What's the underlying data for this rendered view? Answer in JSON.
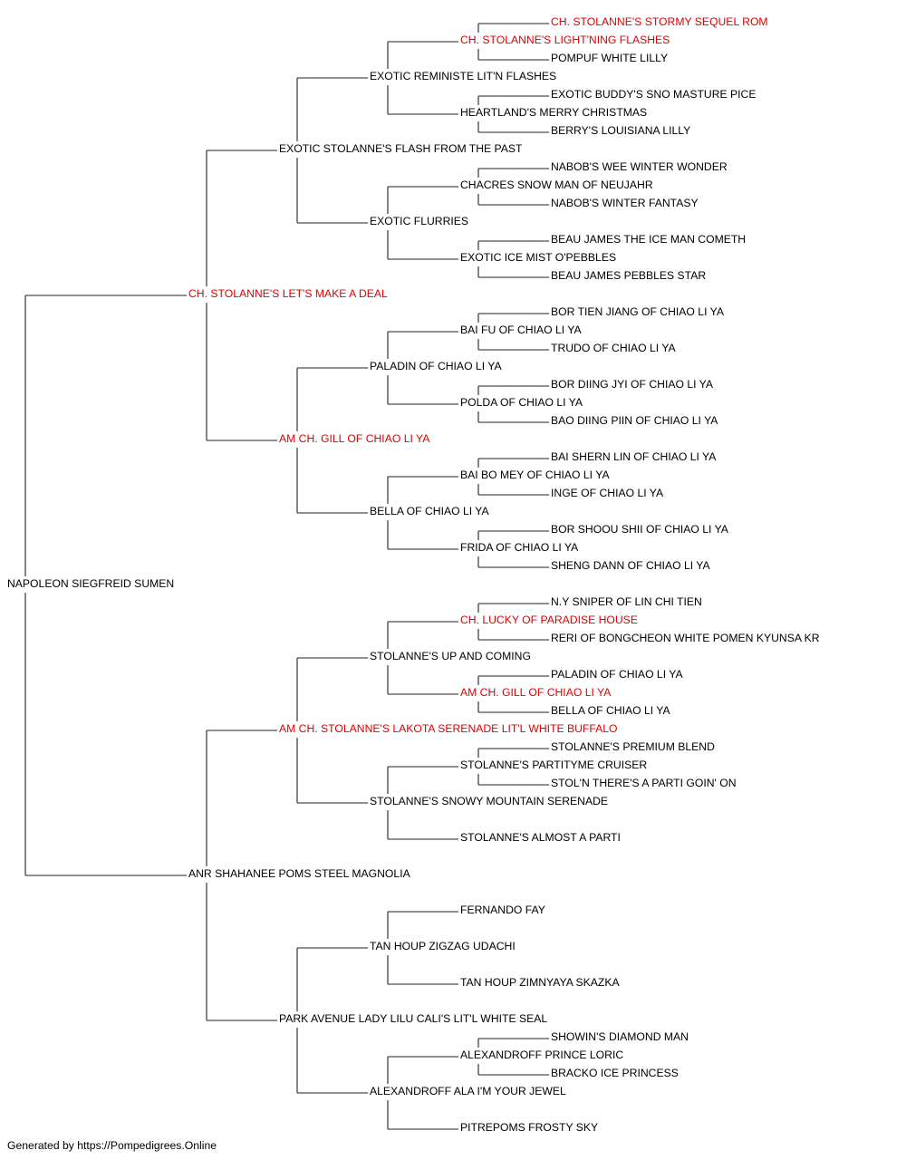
{
  "pedigree": {
    "subject": {
      "name": "NAPOLEON SIEGFREID SUMEN",
      "champion": false
    },
    "sire": {
      "name": "CH. STOLANNE'S LET'S MAKE A DEAL",
      "champion": true
    },
    "dam": {
      "name": "ANR SHAHANEE POMS STEEL MAGNOLIA",
      "champion": false
    },
    "sire_sire": {
      "name": "EXOTIC STOLANNE'S FLASH FROM THE PAST",
      "champion": false
    },
    "sire_dam": {
      "name": "AM CH. GILL OF CHIAO LI YA",
      "champion": true
    },
    "dam_sire": {
      "name": "AM CH. STOLANNE'S LAKOTA SERENADE LIT'L WHITE BUFFALO",
      "champion": true
    },
    "dam_dam": {
      "name": "PARK AVENUE LADY LILU CALI'S LIT'L WHITE SEAL",
      "champion": false
    },
    "gen3": [
      {
        "name": "EXOTIC REMINISTE LIT'N FLASHES",
        "champion": false
      },
      {
        "name": "EXOTIC FLURRIES",
        "champion": false
      },
      {
        "name": "PALADIN OF CHIAO LI YA",
        "champion": false
      },
      {
        "name": "BELLA OF CHIAO LI YA",
        "champion": false
      },
      {
        "name": "STOLANNE'S UP AND COMING",
        "champion": false
      },
      {
        "name": "STOLANNE'S SNOWY MOUNTAIN SERENADE",
        "champion": false
      },
      {
        "name": "TAN HOUP ZIGZAG UDACHI",
        "champion": false
      },
      {
        "name": "ALEXANDROFF ALA I'M YOUR JEWEL",
        "champion": false
      }
    ],
    "gen4": [
      {
        "name": "CH. STOLANNE'S LIGHT'NING FLASHES",
        "champion": true
      },
      {
        "name": "HEARTLAND'S MERRY CHRISTMAS",
        "champion": false
      },
      {
        "name": "CHACRES SNOW MAN OF NEUJAHR",
        "champion": false
      },
      {
        "name": "EXOTIC ICE MIST O'PEBBLES",
        "champion": false
      },
      {
        "name": "BAI FU OF CHIAO LI YA",
        "champion": false
      },
      {
        "name": "POLDA OF CHIAO LI YA",
        "champion": false
      },
      {
        "name": "BAI BO MEY OF CHIAO LI YA",
        "champion": false
      },
      {
        "name": "FRIDA OF CHIAO LI YA",
        "champion": false
      },
      {
        "name": "CH. LUCKY OF PARADISE HOUSE",
        "champion": true
      },
      {
        "name": "AM CH. GILL OF CHIAO LI YA",
        "champion": true
      },
      {
        "name": "STOLANNE'S PARTITYME CRUISER",
        "champion": false
      },
      {
        "name": "STOLANNE'S ALMOST A PARTI",
        "champion": false
      },
      {
        "name": "FERNANDO FAY",
        "champion": false
      },
      {
        "name": "TAN HOUP ZIMNYAYA SKAZKA",
        "champion": false
      },
      {
        "name": "ALEXANDROFF PRINCE LORIC",
        "champion": false
      },
      {
        "name": "PITREPOMS FROSTY SKY",
        "champion": false
      }
    ],
    "gen5": [
      {
        "name": "CH. STOLANNE'S STORMY SEQUEL ROM",
        "champion": true
      },
      {
        "name": "POMPUF WHITE LILLY",
        "champion": false
      },
      {
        "name": "EXOTIC BUDDY'S SNO MASTURE PICE",
        "champion": false
      },
      {
        "name": "BERRY'S LOUISIANA LILLY",
        "champion": false
      },
      {
        "name": "NABOB'S WEE WINTER WONDER",
        "champion": false
      },
      {
        "name": "NABOB'S WINTER FANTASY",
        "champion": false
      },
      {
        "name": "BEAU JAMES THE ICE MAN COMETH",
        "champion": false
      },
      {
        "name": "BEAU JAMES PEBBLES STAR",
        "champion": false
      },
      {
        "name": "BOR TIEN JIANG OF CHIAO LI YA",
        "champion": false
      },
      {
        "name": "TRUDO OF CHIAO LI YA",
        "champion": false
      },
      {
        "name": "BOR DIING JYI OF CHIAO LI YA",
        "champion": false
      },
      {
        "name": "BAO DIING PIIN OF CHIAO LI YA",
        "champion": false
      },
      {
        "name": "BAI SHERN LIN OF CHIAO LI YA",
        "champion": false
      },
      {
        "name": "INGE OF CHIAO LI YA",
        "champion": false
      },
      {
        "name": "BOR SHOOU SHII OF CHIAO LI YA",
        "champion": false
      },
      {
        "name": "SHENG DANN OF CHIAO LI YA",
        "champion": false
      },
      {
        "name": "N.Y SNIPER OF LIN CHI TIEN",
        "champion": false
      },
      {
        "name": "RERI OF BONGCHEON WHITE POMEN KYUNSA KR",
        "champion": false
      },
      {
        "name": "PALADIN OF CHIAO LI YA",
        "champion": false
      },
      {
        "name": "BELLA OF CHIAO LI YA",
        "champion": false
      },
      {
        "name": "STOLANNE'S PREMIUM BLEND",
        "champion": false
      },
      {
        "name": "STOL'N THERE'S A PARTI GOIN' ON",
        "champion": false
      },
      null,
      null,
      null,
      null,
      null,
      null,
      {
        "name": "SHOWIN'S DIAMOND MAN",
        "champion": false
      },
      {
        "name": "BRACKO ICE PRINCESS",
        "champion": false
      }
    ]
  },
  "colors": {
    "champion": "#e00000",
    "regular": "#000000",
    "line": "#222222"
  },
  "footer": {
    "credit": "Generated by https://Pompedigrees.Online"
  }
}
